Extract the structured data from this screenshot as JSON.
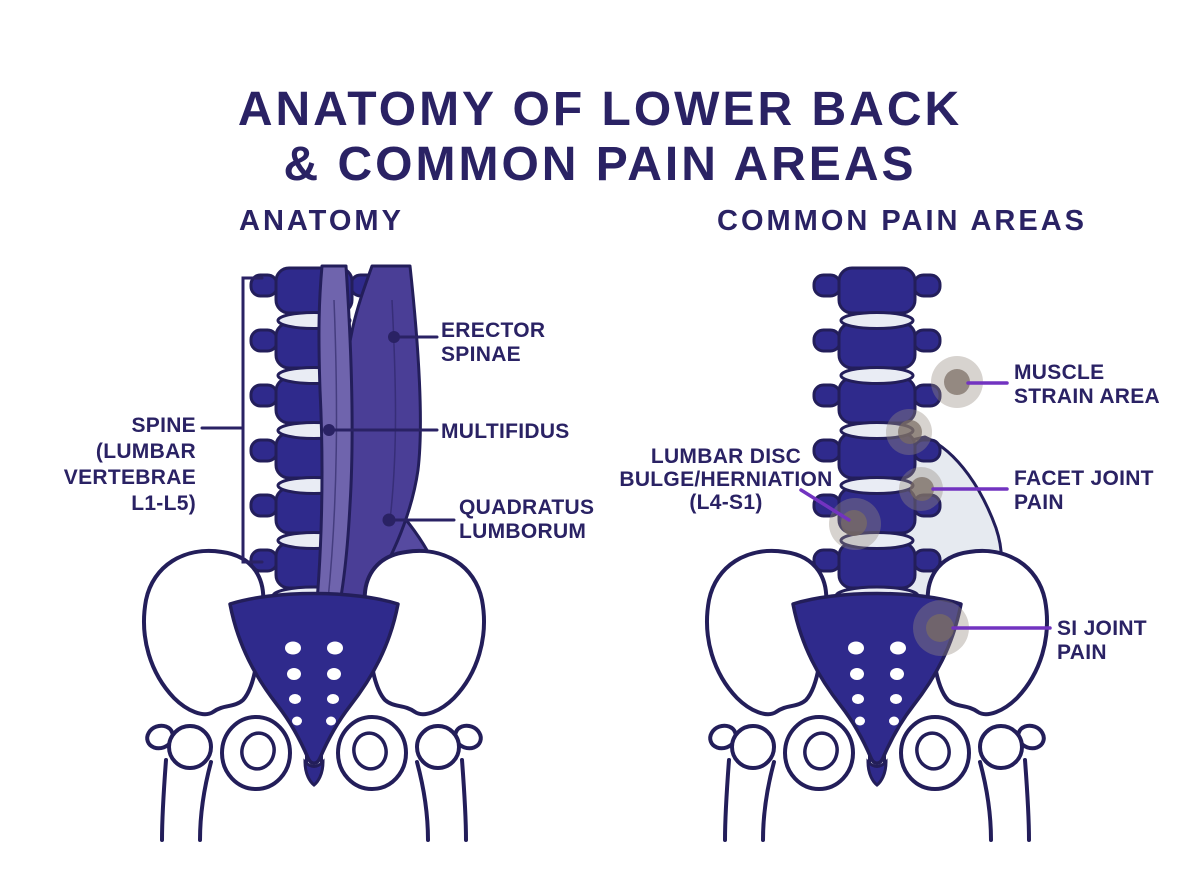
{
  "title": {
    "line1": "ANATOMY OF LOWER BACK",
    "line2": "& COMMON PAIN AREAS"
  },
  "anatomy_panel": {
    "heading": "ANATOMY",
    "labels": {
      "spine": "SPINE\n(LUMBAR\nVERTEBRAE\nL1-L5)",
      "erector_spinae": "ERECTOR\nSPINAE",
      "multifidus": "MULTIFIDUS",
      "quadratus_lumborum": "QUADRATUS\nLUMBORUM"
    }
  },
  "pain_panel": {
    "heading": "COMMON PAIN AREAS",
    "labels": {
      "muscle_strain": "MUSCLE\nSTRAIN AREA",
      "lumbar_disc": "LUMBAR DISC\nBULGE/HERNIATION\n(L4-S1)",
      "facet_joint": "FACET JOINT\nPAIN",
      "si_joint": "SI JOINT\nPAIN"
    }
  },
  "colors": {
    "ink": "#2a2264",
    "outline": "#231e5a",
    "spine_fill": "#2f2a8c",
    "disc_fill": "#e9ecf4",
    "muscle_erector": "#4a3e96",
    "muscle_multifidus": "#6f64ad",
    "muscle_quadratus": "#564aa0",
    "silhouette_fill": "#e6eaf0",
    "pain_outer": "rgba(151,139,130,0.38)",
    "pain_inner": "rgba(122,108,98,0.72)",
    "leader_purple": "#7233c0",
    "symphysis_fill": "#dde2ea"
  }
}
